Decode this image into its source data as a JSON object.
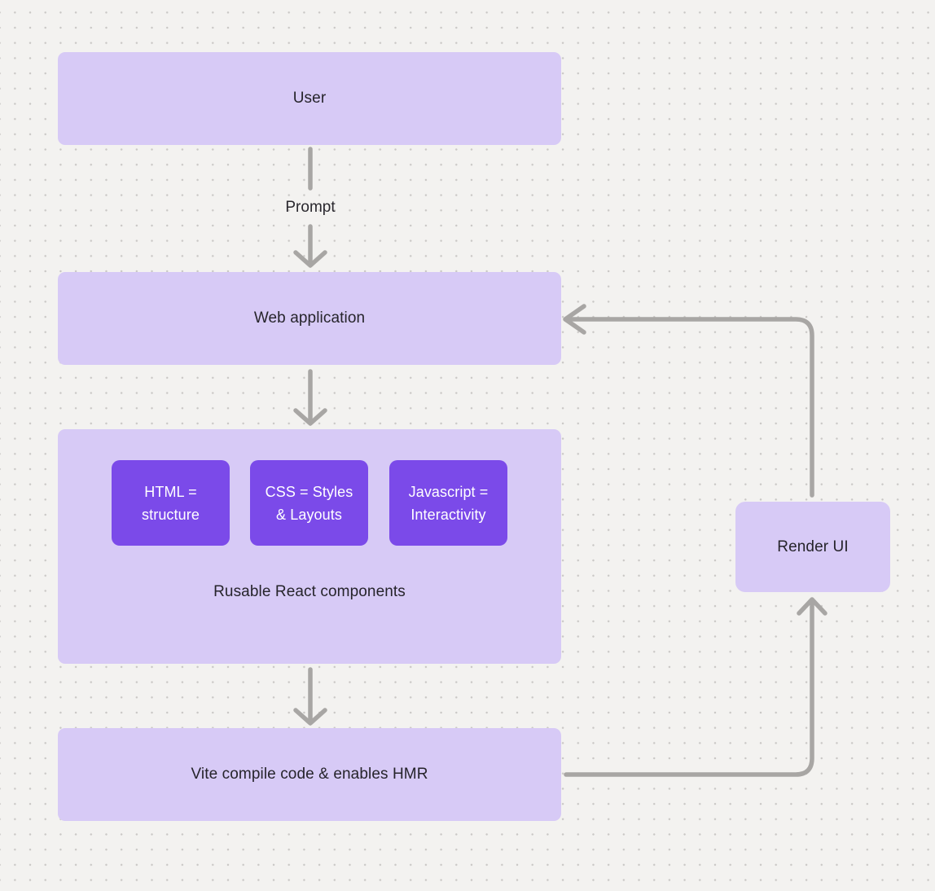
{
  "diagram": {
    "nodes": {
      "user": {
        "label": "User"
      },
      "web_application": {
        "label": "Web application"
      },
      "components_group": {
        "caption": "Rusable React components",
        "items": [
          {
            "label": "HTML =\nstructure"
          },
          {
            "label": "CSS = Styles\n& Layouts"
          },
          {
            "label": "Javascript =\nInteractivity"
          }
        ]
      },
      "vite": {
        "label": "Vite compile code & enables HMR"
      },
      "render_ui": {
        "label": "Render UI"
      }
    },
    "edges": {
      "prompt": {
        "label": "Prompt"
      }
    },
    "colors": {
      "canvas_bg": "#F3F2F0",
      "dot": "#C9C7C5",
      "node_fill": "#D7CAF6",
      "node_text": "#26242B",
      "accent_fill": "#7B4AE9",
      "accent_text": "#FFFFFF",
      "connector": "#A8A6A4"
    }
  }
}
